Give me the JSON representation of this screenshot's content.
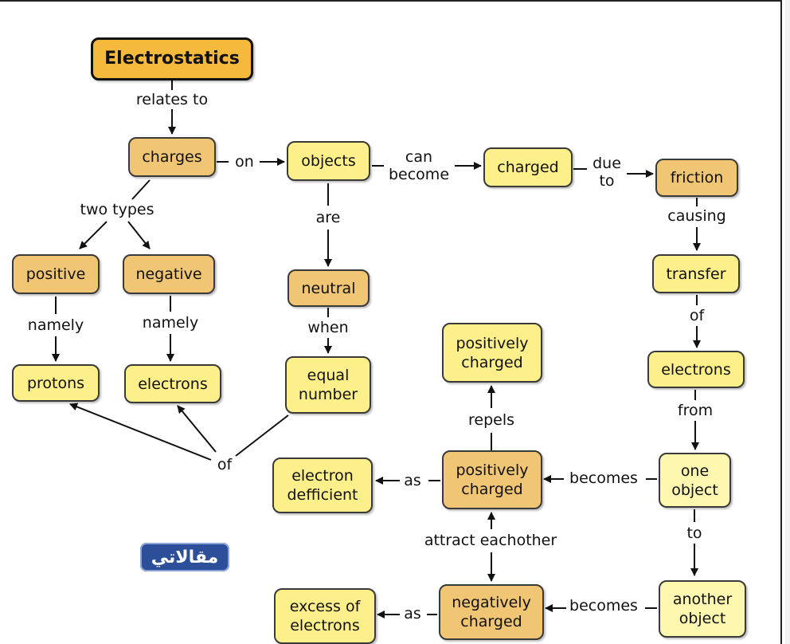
{
  "concepts": {
    "electrostatics": "Electrostatics",
    "charges": "charges",
    "objects": "objects",
    "charged": "charged",
    "friction": "friction",
    "positive": "positive",
    "negative": "negative",
    "neutral": "neutral",
    "transfer": "transfer",
    "protons": "protons",
    "electrons_left": "electrons",
    "equal_number": "equal\nnumber",
    "electrons_right": "electrons",
    "positively_charged_top": "positively\ncharged",
    "electron_defficient": "electron\ndefficient",
    "positively_charged_mid": "positively\ncharged",
    "one_object": "one\nobject",
    "excess_of_electrons": "excess of\nelectrons",
    "negatively_charged": "negatively\ncharged",
    "another_object": "another\nobject"
  },
  "links": {
    "relates_to": "relates to",
    "on": "on",
    "can_become": "can\nbecome",
    "due_to": "due\nto",
    "two_types": "two types",
    "are": "are",
    "causing": "causing",
    "namely_1": "namely",
    "namely_2": "namely",
    "when": "when",
    "of_transfer": "of",
    "from": "from",
    "repels": "repels",
    "of_equal": "of",
    "as_1": "as",
    "becomes_1": "becomes",
    "attract_eachother": "attract eachother",
    "to": "to",
    "as_2": "as",
    "becomes_2": "becomes"
  },
  "watermark": "مقالاتي",
  "colors": {
    "root_fill": "#f5b93c",
    "orange_fill": "#f0c674",
    "yellow_fill": "#fdf08a",
    "pale_fill": "#fdf7b0",
    "border": "#3a3a3a"
  }
}
